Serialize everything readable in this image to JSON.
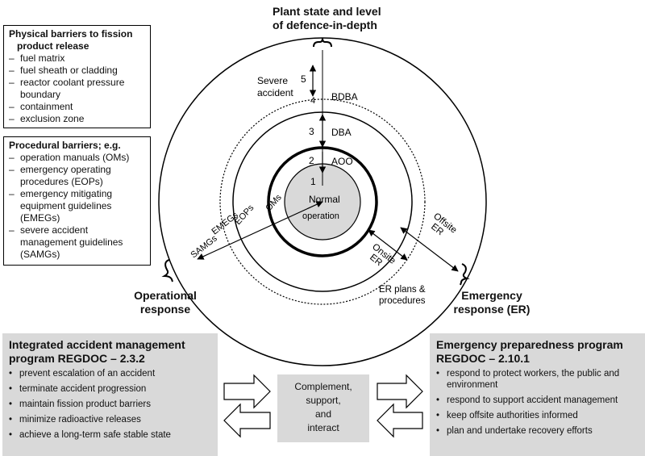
{
  "top_label": {
    "line1": "Plant state and level",
    "line2": "of defence-in-depth"
  },
  "physical_barriers": {
    "heading_line1": "Physical barriers to fission",
    "heading_line2": "product release",
    "items": [
      "fuel matrix",
      "fuel sheath or cladding",
      "reactor coolant pressure boundary",
      "containment",
      "exclusion zone"
    ]
  },
  "procedural_barriers": {
    "heading": "Procedural barriers; e.g.",
    "items": [
      "operation manuals (OMs)",
      "emergency operating procedures (EOPs)",
      "emergency mitigating equipment guidelines (EMEGs)",
      "severe accident management guidelines (SAMGs)"
    ]
  },
  "levels": {
    "l1": "1",
    "l2": "2",
    "l3": "3",
    "l4": "4",
    "l5": "5"
  },
  "state_labels": {
    "aoo": "AOO",
    "dba": "DBA",
    "bdba": "BDBA",
    "severe_line1": "Severe",
    "severe_line2": "accident",
    "normal_line1": "Normal",
    "normal_line2": "operation"
  },
  "procedure_labels": {
    "oms": "OMs",
    "eops": "EOPs",
    "emegs": "EMEGs",
    "samgs": "SAMGs"
  },
  "er_labels": {
    "onsite_line1": "Onsite",
    "onsite_line2": "ER",
    "offsite_line1": "Offsite",
    "offsite_line2": "ER",
    "plans_line1": "ER plans &",
    "plans_line2": "procedures"
  },
  "operational_response": {
    "line1": "Operational",
    "line2": "response"
  },
  "emergency_response": {
    "line1": "Emergency",
    "line2": "response (ER)"
  },
  "iam_program": {
    "title_line1": "Integrated accident management",
    "title_line2": "program REGDOC – 2.3.2",
    "items": [
      "prevent escalation of an accident",
      "terminate accident progression",
      "maintain fission product barriers",
      "minimize radioactive releases",
      "achieve a long-term safe stable state"
    ]
  },
  "center": {
    "line1": "Complement,",
    "line2": "support,",
    "line3": "and",
    "line4": "interact"
  },
  "ep_program": {
    "title_line1": "Emergency preparedness program",
    "title_line2": "REGDOC – 2.10.1",
    "items": [
      "respond to protect workers, the public and environment",
      "respond to support accident management",
      "keep offsite authorities informed",
      "plan and undertake recovery efforts"
    ]
  },
  "colors": {
    "inner_circle_fill": "#d9d9d9",
    "program_box_fill": "#d9d9d9",
    "line": "#000000"
  }
}
